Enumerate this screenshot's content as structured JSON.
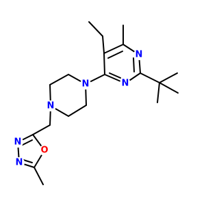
{
  "molecule": {
    "colors": {
      "bond": "#000000",
      "nitrogen": "#0000ff",
      "oxygen": "#ff0000",
      "background": "#ffffff"
    },
    "atoms": {
      "pyrimidine_n1": "N",
      "pyrimidine_n3": "N",
      "piperazine_n1": "N",
      "piperazine_n4": "N",
      "oxadiazole_o": "O",
      "oxadiazole_n3": "N",
      "oxadiazole_n4": "N"
    }
  }
}
